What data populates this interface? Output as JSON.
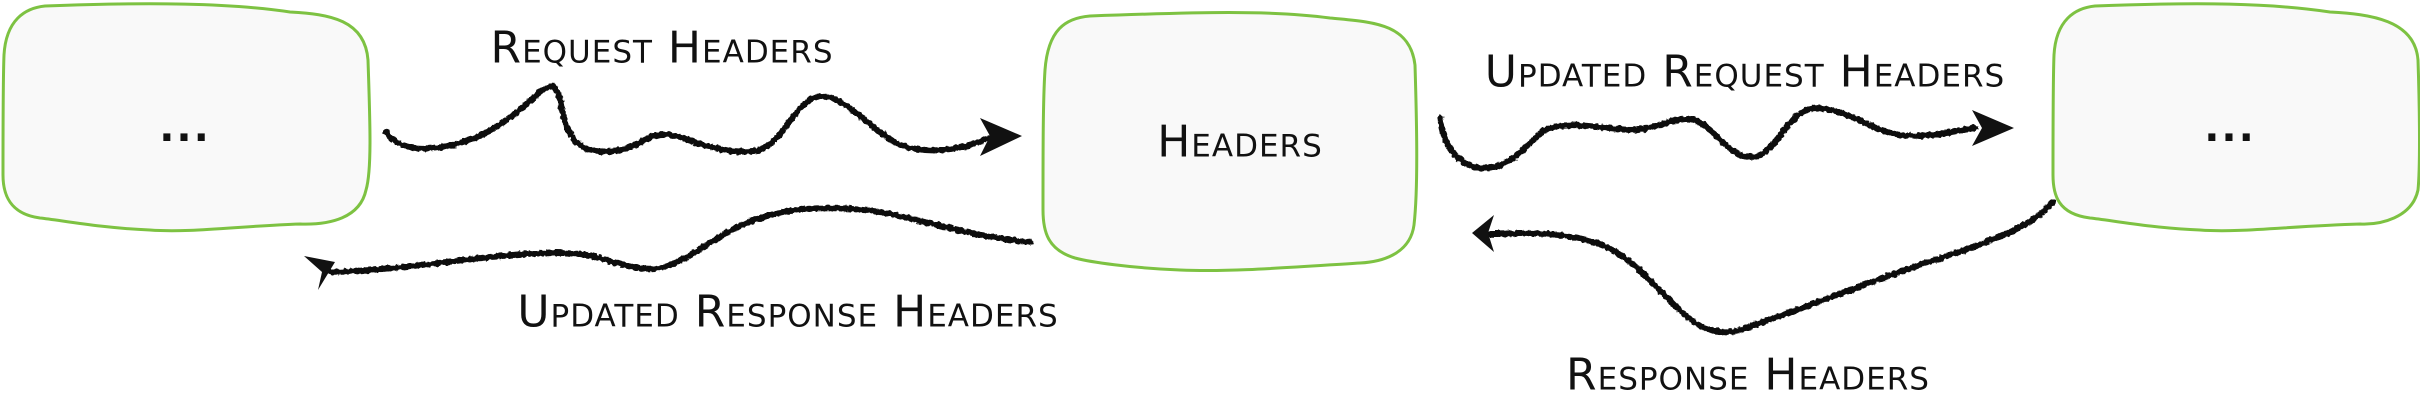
{
  "diagram": {
    "style": "hand-drawn sketch",
    "colors": {
      "box_border": "#7dc242",
      "box_fill": "#f9f9f9",
      "arrow": "#111111",
      "text": "#111111",
      "background": "#ffffff"
    },
    "nodes": [
      {
        "id": "left",
        "label": "..."
      },
      {
        "id": "center",
        "label": "Headers"
      },
      {
        "id": "right",
        "label": "..."
      }
    ],
    "edges": [
      {
        "from": "left",
        "to": "center",
        "label": "Request Headers"
      },
      {
        "from": "center",
        "to": "right",
        "label": "Updated Request Headers"
      },
      {
        "from": "right",
        "to": "center",
        "label": "Response Headers"
      },
      {
        "from": "center",
        "to": "left",
        "label": "Updated Response Headers"
      }
    ]
  }
}
